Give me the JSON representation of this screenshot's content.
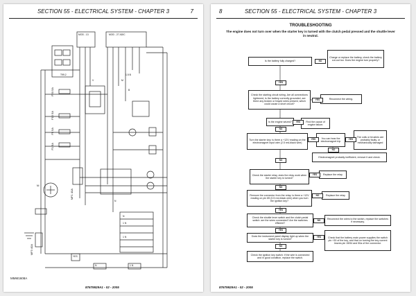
{
  "left_page": {
    "header_title": "SECTION 55 - ELECTRICAL SYSTEM - CHAPTER 3",
    "page_number": "7",
    "footer": "87679929A1 - 02 - 2005",
    "diagram_id": "MMM1608A",
    "mod27": "MOD - 27 ADIC",
    "mod13": "MOD - 13",
    "fuse_labels": [
      "F20 5A",
      "F15 5A",
      "F5 5A",
      "F1 5A"
    ],
    "mf_labels": [
      "MF3 40A",
      "MF1 40A"
    ],
    "small_labels": [
      "T99.2",
      "NI",
      "V",
      "M",
      "1.5 B",
      "B",
      "N",
      "N",
      "1 N",
      "1 N",
      "N",
      "1 N",
      "YES"
    ]
  },
  "right_page": {
    "header_title": "SECTION 55 - ELECTRICAL SYSTEM - CHAPTER 3",
    "page_number": "8",
    "footer": "87679929A1 - 02 - 2005",
    "title": "TROUBLESHOOTING",
    "subtitle": "The engine does not turn over when the starter key is turned with the clutch pedal pressed and the shuttle lever in neutral.",
    "steps": [
      "Is the battery fully charged?",
      "Charge or replace the battery, check the battery cut-out too. Does the engine turn properly?",
      "Check the starting circuit wiring. Are all connections tightened, is the battery correctly grounded, are there any broken or frayed wires present, which could cause a short circuit?",
      "Reconnect the wiring.",
      "Is the engine seized?",
      "Find the cause of engine failure.",
      "Turn the starter key: is there a +12V reading on the electromagnet input wire (2.5 red-black wire)",
      "You can hear the electromagnet trip",
      "The coils or brushes are probably faulty, or mechanically damaged",
      "Electromagnet probably inefficient, remove it and check.",
      "Check the starter relay, does the relay work when the starter key is turned?",
      "Replace the relay",
      "Remove the connector from the relay: is there a +12V reading on pin 85 (0.5 red-black wire) when you turn the ignition key?",
      "Replace the relay",
      "Check the shuttle lever switch and the clutch pedal switch: are the wires connected? Are the switches efficient?",
      "Reconnect the wires to the switch, replace the switches if necessary.",
      "Does the instrument panel display light up when the starter key is turned?",
      "Check that the battery main power supplies the switch pin +30 of the key, and that on turning the key current leaves pin 15/54 and 50a of the connector.",
      "Check the ignition key switch: if the wire is connected and in good condition, replace the switch."
    ],
    "answers": [
      "NO",
      "YES",
      "YES",
      "YES",
      "NO",
      "YES",
      "NO",
      "YES",
      "NO",
      "YES",
      "NO",
      "NO",
      "YES",
      "NO",
      "YES",
      "YES",
      "NO"
    ]
  }
}
